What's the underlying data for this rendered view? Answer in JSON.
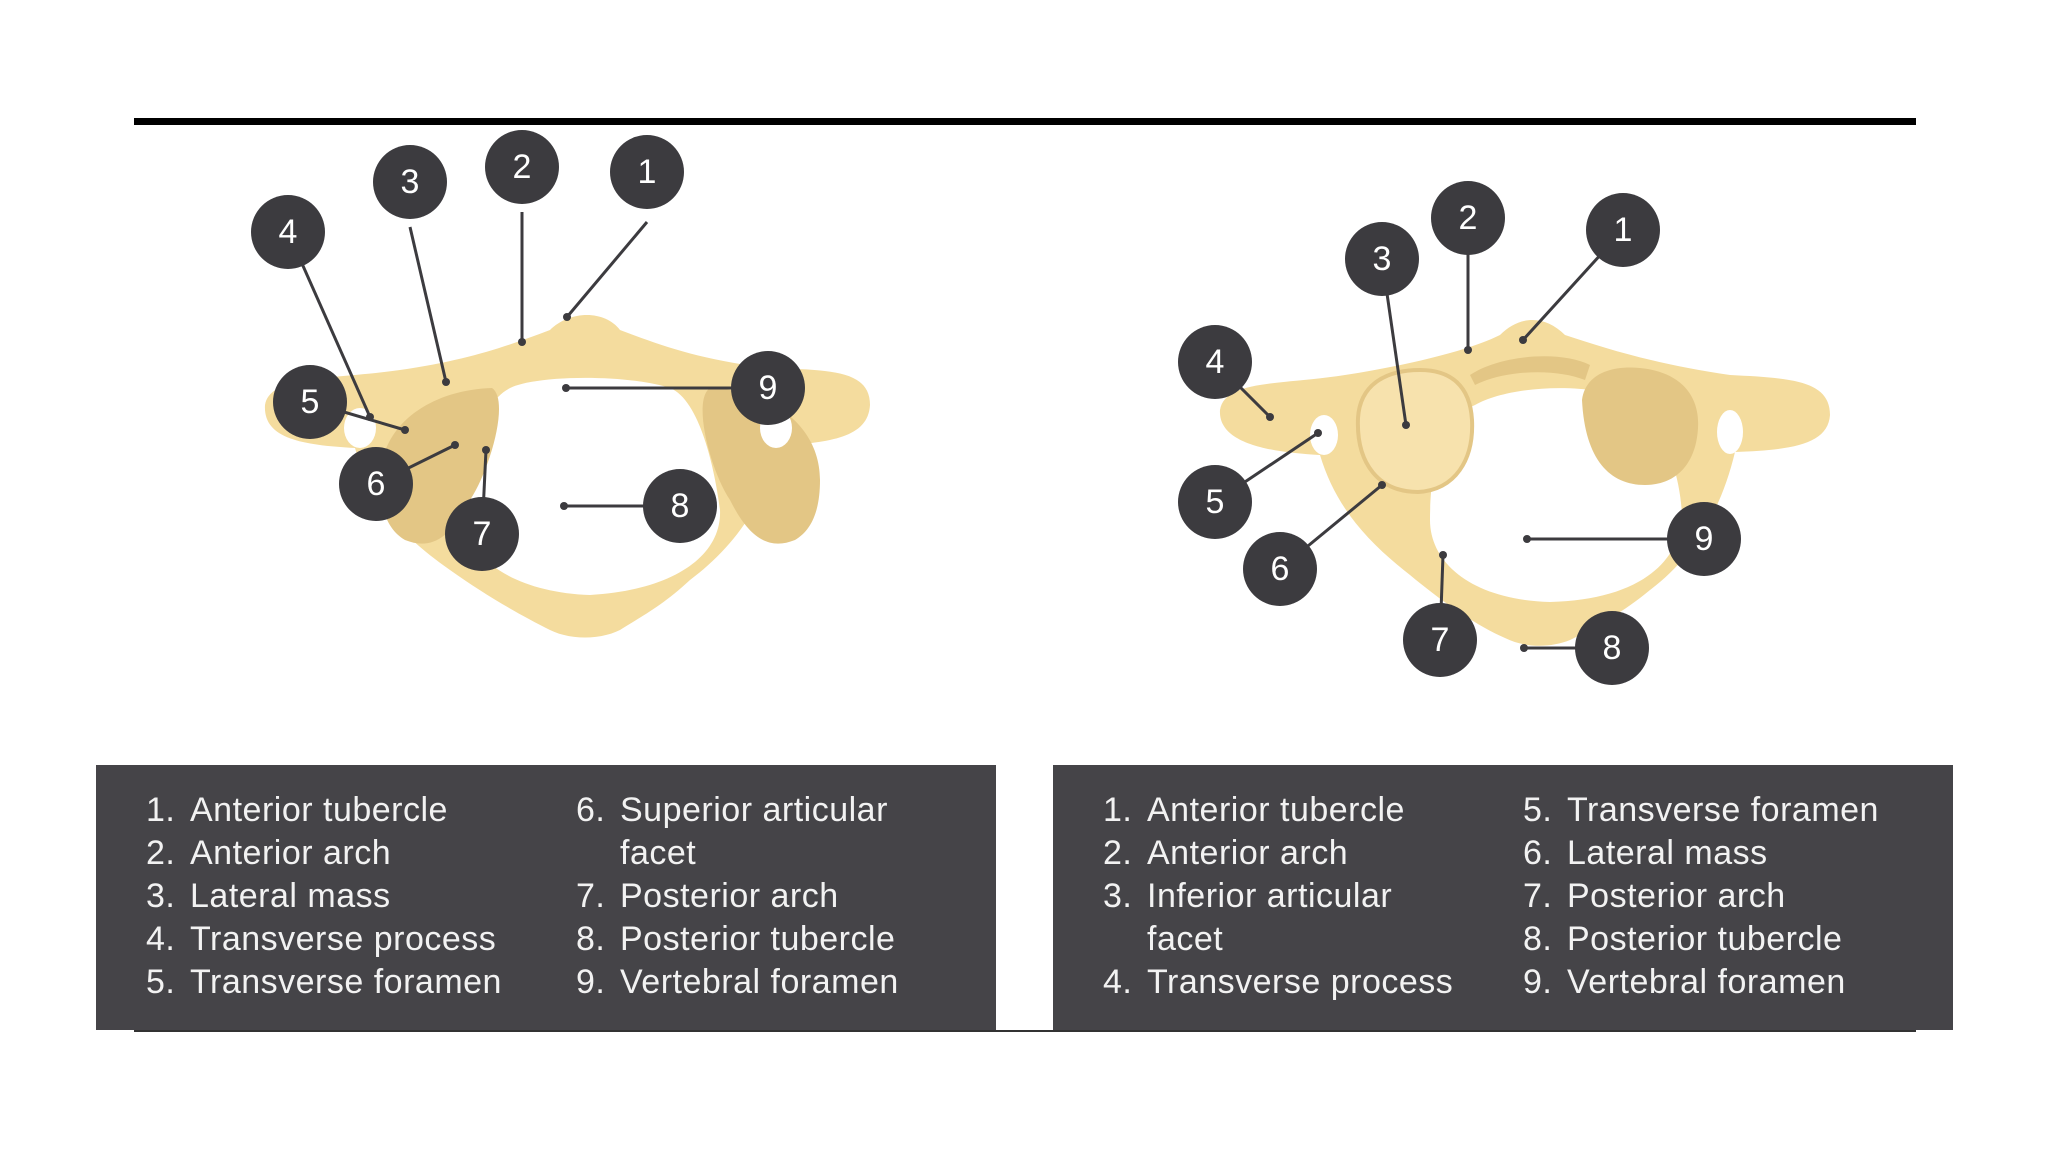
{
  "figures": [
    {
      "labels": [
        "1",
        "2",
        "3",
        "4",
        "5",
        "6",
        "7",
        "8",
        "9"
      ],
      "legend": {
        "left": [
          {
            "num": "1.",
            "text": "Anterior tubercle"
          },
          {
            "num": "2.",
            "text": "Anterior arch"
          },
          {
            "num": "3.",
            "text": "Lateral mass"
          },
          {
            "num": "4.",
            "text": "Transverse process"
          },
          {
            "num": "5.",
            "text": "Transverse foramen"
          }
        ],
        "right": [
          {
            "num": "6.",
            "text": "Superior articular facet"
          },
          {
            "num": "7.",
            "text": "Posterior arch"
          },
          {
            "num": "8.",
            "text": "Posterior tubercle"
          },
          {
            "num": "9.",
            "text": "Vertebral foramen"
          }
        ]
      }
    },
    {
      "labels": [
        "1",
        "2",
        "3",
        "4",
        "5",
        "6",
        "7",
        "8",
        "9"
      ],
      "legend": {
        "left": [
          {
            "num": "1.",
            "text": "Anterior tubercle"
          },
          {
            "num": "2.",
            "text": "Anterior arch"
          },
          {
            "num": "3.",
            "text": "Inferior articular facet"
          },
          {
            "num": "4.",
            "text": "Transverse process"
          }
        ],
        "right": [
          {
            "num": "5.",
            "text": "Transverse foramen"
          },
          {
            "num": "6.",
            "text": "Lateral mass"
          },
          {
            "num": "7.",
            "text": "Posterior arch"
          },
          {
            "num": "8.",
            "text": "Posterior tubercle"
          },
          {
            "num": "9.",
            "text": "Vertebral foramen"
          }
        ]
      }
    }
  ],
  "colors": {
    "bone": "#f4dc9e",
    "bone_shade": "#e3c685",
    "bubble": "#3c3b3f",
    "legend_bg": "#454448",
    "legend_text": "#f2f2f2"
  }
}
